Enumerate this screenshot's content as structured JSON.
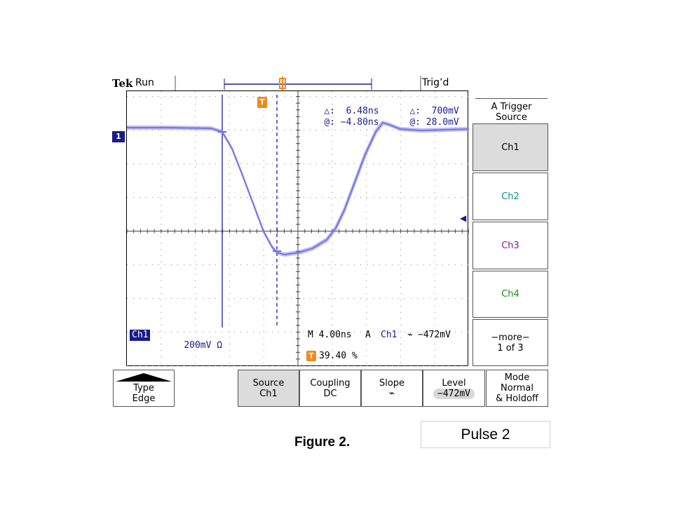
{
  "header": {
    "brand": "Tek",
    "run_state": "Run",
    "trigger_state": "Trig’d"
  },
  "screen": {
    "ch1_marker": "1",
    "trigger_marker": "T",
    "meas_left_delta_label": ":",
    "meas_left_delta_value": "6.48ns",
    "meas_left_at_label": "@:",
    "meas_left_at_value": "−4.80ns",
    "meas_right_delta_label": ":",
    "meas_right_delta_value": "700mV",
    "meas_right_at_label": "@:",
    "meas_right_at_value": "28.0mV",
    "channel_badge": "Ch1",
    "channel_scale": "200mV",
    "timebase": "M 4.00ns",
    "trigger_mode": "A",
    "trigger_channel": "Ch1",
    "trigger_level": "−472mV",
    "trigger_position": "39.40 %"
  },
  "side_menu": {
    "title_line1": "A Trigger",
    "title_line2": "Source",
    "items": [
      {
        "label": "Ch1",
        "color": "#000000"
      },
      {
        "label": "Ch2",
        "color": "#0a8c8c"
      },
      {
        "label": "Ch3",
        "color": "#8c1a8c"
      },
      {
        "label": "Ch4",
        "color": "#1a8c1a"
      }
    ],
    "more_line1": "−more−",
    "more_line2": "1 of 3"
  },
  "bottom_menu": {
    "type_line1": "Type",
    "type_line2": "Edge",
    "source_line1": "Source",
    "source_line2": "Ch1",
    "coupling_line1": "Coupling",
    "coupling_line2": "DC",
    "slope_line1": "Slope",
    "level_line1": "Level",
    "level_line2": "−472mV",
    "mode_line1": "Mode",
    "mode_line2": "Normal",
    "mode_line3": "& Holdoff"
  },
  "caption": {
    "figure": "Figure 2.",
    "pulse": "Pulse 2"
  },
  "colors": {
    "trace": "#7878e6",
    "cursor": "#1a1aa0",
    "trigger_marker": "#f08a1e",
    "badge": "#1a1a8c"
  }
}
